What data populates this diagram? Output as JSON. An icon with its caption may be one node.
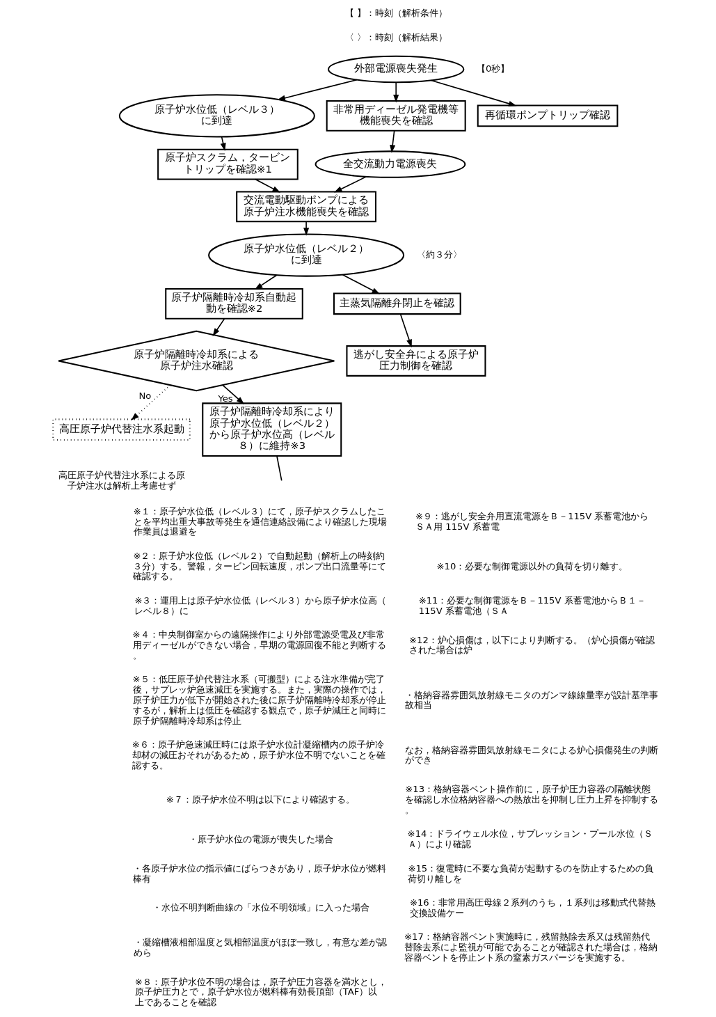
{
  "diagram": {
    "nodes": [
      {
        "text": [
          "外部電源喪失発生"
        ]
      },
      {
        "text": [
          "原子炉水位低（レベル３）に到達"
        ]
      },
      {
        "text": [
          "原子炉スクラム，タービントリップを確認※1"
        ]
      },
      {
        "text": [
          "非常用ディーゼル発電機等機能喪失を確認"
        ]
      },
      {
        "text": [
          "再循環ポンプトリップ確認"
        ]
      },
      {
        "text": [
          "全交流動力電源喪失"
        ]
      },
      {
        "text": [
          "交流電動駆動ポンプによる原子炉注水機能喪失を確認"
        ]
      },
      {
        "text": [
          "原子炉水位低（レベル２）に到達"
        ]
      },
      {
        "text": [
          "原子炉隔離時冷却系自動起動を確認※2"
        ]
      },
      {
        "text": [
          "主蒸気隔離弁閉止を確認"
        ]
      },
      {
        "text": [
          "逃がし安全弁による原子炉圧力制御を確認"
        ]
      },
      {
        "text": [
          "原子炉隔離時冷却系による原子炉注水確認"
        ]
      },
      {
        "text": [
          "高圧原子炉代替注水系起動"
        ],
        "beside": [
          "高圧原子炉代替注水系による原子炉注水は解析上考慮せず"
        ]
      },
      {
        "text": [
          "原子炉隔離時冷却系により原子炉水位低（レベル２）から原子炉水位高（レベル８）に維持※3"
        ]
      }
    ],
    "edges": [
      {
        "from": 0,
        "to": 1,
        "arrow": "to"
      },
      {
        "from": 0,
        "to": 3,
        "arrow": "to"
      },
      {
        "from": 0,
        "to": 4,
        "arrow": "to"
      },
      {
        "from": 1,
        "to": 2,
        "arrow": "to"
      },
      {
        "from": 2,
        "to": 6,
        "arrow": "to"
      },
      {
        "from": 3,
        "to": 5,
        "arrow": "to"
      },
      {
        "from": 5,
        "to": 6,
        "arrow": "to"
      },
      {
        "from": 6,
        "to": 7,
        "arrow": "to"
      },
      {
        "from": 7,
        "to": 8,
        "arrow": "to"
      },
      {
        "from": 7,
        "to": 9,
        "arrow": "to"
      },
      {
        "from": 9,
        "to": 10,
        "arrow": "to"
      },
      {
        "from": 8,
        "to": 11,
        "arrow": "to"
      },
      {
        "from": 11,
        "to": 12,
        "arrow": "to",
        "label": "No",
        "style": "dashed"
      },
      {
        "from": 11,
        "to": 13,
        "arrow": "to",
        "label": "Yes"
      },
      {
        "from": 13,
        "to": null,
        "arrow": "none"
      }
    ],
    "labels": [
      "【 】：時刻（解析条件）",
      "〈 〉：時刻（解析結果）",
      "【0秒】",
      "〈約３分〉",
      "※１：原子炉水位低（レベル３）にて，原子炉スクラムしたことを平均出重大事故等発生を通信連絡設備により確認した現場作業員は退避を",
      "※２：原子炉水位低（レベル２）で自動起動（解析上の時刻約３分）する。警報，タービン回転速度，ポンプ出口流量等にて確認する。",
      "※３：運用上は原子炉水位低（レベル３）から原子炉水位高（レベル８）に",
      "※４：中央制御室からの遠隔操作により外部電源受電及び非常用ディーゼルができない場合，早期の電源回復不能と判断する。",
      "※５：低圧原子炉代替注水系（可搬型）による注水準備が完了後，サプレッ炉急速減圧を実施する。また，実際の操作では，原子炉圧力が低下が開始された後に原子炉隔離時冷却系が停止するが，解析上は低圧を確認する観点で，原子炉減圧と同時に原子炉隔離時冷却系は停止",
      "※６：原子炉急速減圧時には原子炉水位計凝縮槽内の原子炉冷却材の減圧おそれがあるため，原子炉水位不明でないことを確認する。",
      "※７：原子炉水位不明は以下により確認する。",
      "・原子炉水位の電源が喪失した場合",
      "・各原子炉水位の指示値にばらつきがあり，原子炉水位が燃料棒有",
      "・水位不明判断曲線の「水位不明領域」に入った場合",
      "・凝縮槽液相部温度と気相部温度がほぼ一致し，有意な差が認めら",
      "※８：原子炉水位不明の場合は，原子炉圧力容器を満水とし，原子炉圧力とで，原子炉水位が燃料棒有効長頂部（TAF）以上であることを確認",
      "※９：逃がし安全弁用直流電源をＢ－115V 系蓄電池からＳＡ用 115V 系蓄電",
      "※10：必要な制御電源以外の負荷を切り離す。",
      "※11：必要な制御電源をＢ－115V 系蓄電池からＢ１－115V 系蓄電池（ＳＡ",
      "※12：炉心損傷は，以下により判断する。（炉心損傷が確認された場合は炉",
      "・格納容器雰囲気放射線モニタのガンマ線線量率が設計基準事故相当",
      "なお，格納容器雰囲気放射線モニタによる炉心損傷発生の判断ができ",
      "※13：格納容器ベント操作前に，原子炉圧力容器の隔離状態を確認し水位格納容器への熱放出を抑制し圧力上昇を抑制する。",
      "※14：ドライウェル水位，サプレッション・プール水位（ＳＡ）により確認",
      "※15：復電時に不要な負荷が起動するのを防止するための負荷切り離しを",
      "※16：非常用高圧母線２系列のうち，１系列は移動式代替熱交換設備ケー",
      "※17：格納容器ベント実施時に，残留熱除去系又は残留熱代替除去系によ監視が可能であることが確認された場合は，格納容器ベントを停止ント系の窒素ガスパージを実施する。"
    ]
  }
}
